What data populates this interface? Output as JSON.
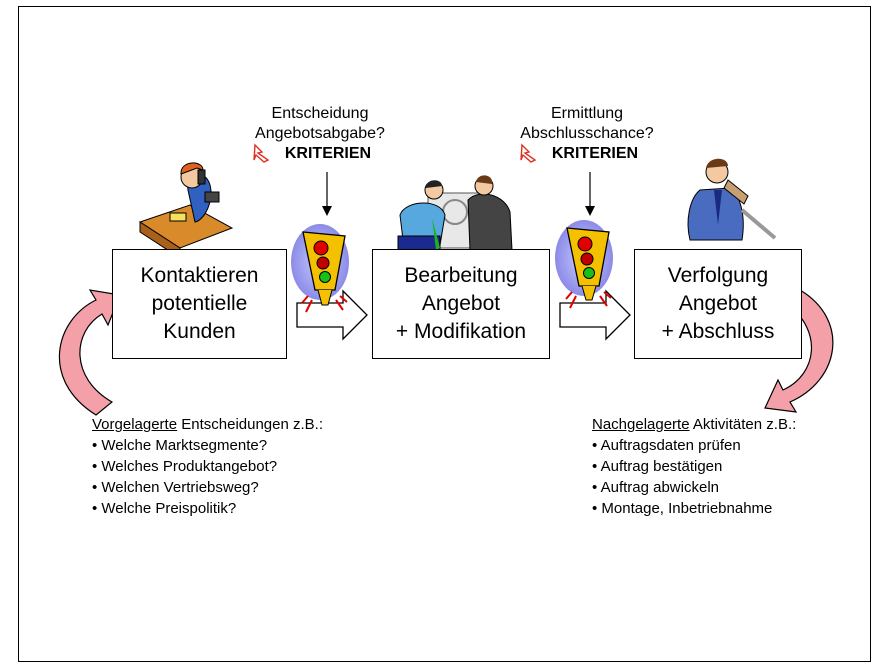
{
  "steps": [
    {
      "lines": [
        "Kontaktieren",
        "potentielle",
        "Kunden"
      ]
    },
    {
      "lines": [
        "Bearbeitung",
        "Angebot",
        "+ Modifikation"
      ]
    },
    {
      "lines": [
        "Verfolgung",
        "Angebot",
        "+ Abschluss"
      ]
    }
  ],
  "decisions": [
    {
      "lines": [
        "Entscheidung",
        "Angebotsabgabe?"
      ],
      "criteria": "KRITERIEN"
    },
    {
      "lines": [
        "Ermittlung",
        "Abschlusschance?"
      ],
      "criteria": "KRITERIEN"
    }
  ],
  "pre": {
    "head_underlined": "Vorgelagerte",
    "head_rest": " Entscheidungen z.B.:",
    "items": [
      "Welche Marktsegmente?",
      "Welches Produktangebot?",
      "Welchen Vertriebsweg?",
      "Welche Preispolitik?"
    ]
  },
  "post": {
    "head_underlined": "Nachgelagerte",
    "head_rest": " Aktivitäten z.B.:",
    "items": [
      "Auftragsdaten prüfen",
      "Auftrag bestätigen",
      "Auftrag abwickeln",
      "Montage, Inbetriebnahme"
    ]
  },
  "icons": [
    "receptionist-phone-icon",
    "traffic-light-icon",
    "colleagues-at-machine-icon",
    "traffic-light-icon",
    "businessman-phone-icon",
    "hand-pointer-icon",
    "curved-arrow-icon"
  ],
  "colors": {
    "curved_arrow": "#f4a0a8",
    "traffic_light": "#f3c100",
    "traffic_glow": "#a8a8f0",
    "red_light": "#e00000",
    "green_light": "#18c018",
    "pointer": "#e03020"
  }
}
